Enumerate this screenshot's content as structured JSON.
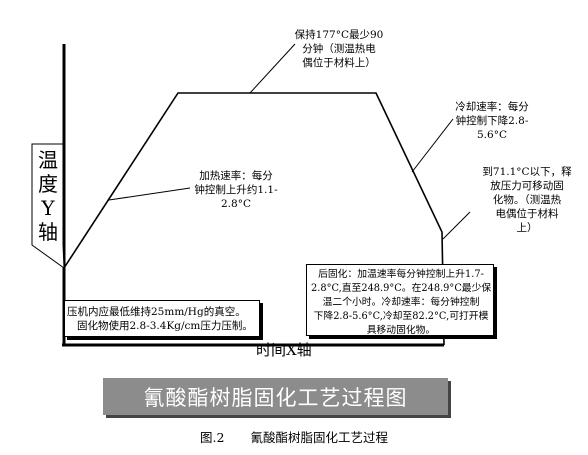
{
  "axes": {
    "y_label_chars": [
      "温",
      "度",
      "Y",
      "轴"
    ],
    "x_label": "时间X轴"
  },
  "annotations": {
    "hold": [
      "保持177°C最少90",
      "分钟（测温热电",
      "偶位于材料上）"
    ],
    "heating": [
      "加热速率：每分",
      "钟控制上升约1.1-",
      "2.8°C"
    ],
    "cooling": [
      "冷却速率：每分",
      "钟控制下降2.8-",
      "5.6°C"
    ],
    "release": [
      "到71.1°C以下，释",
      "放压力可移动固",
      "化物。（测温热",
      "电偶位于材料",
      "上）"
    ]
  },
  "boxes": {
    "vacuum": [
      "压机内应最低维持25mm/Hg的真空。",
      "固化物使用2.8-3.4Kg/cm压力压制。"
    ],
    "post_cure": [
      "后固化：加温速率每分钟控制上升1.7-",
      "2.8°C,直至248.9°C。在248.9°C最少保",
      "温二个小时。冷却速率：每分钟控制",
      "下降2.8-5.6°C,冷却至82.2°C,可打开模",
      "具移动固化物。"
    ]
  },
  "title_banner": "氰酸酯树脂固化工艺过程图",
  "caption": {
    "figure_number": "图.2",
    "text": "氰酸酯树脂固化工艺过程"
  }
}
